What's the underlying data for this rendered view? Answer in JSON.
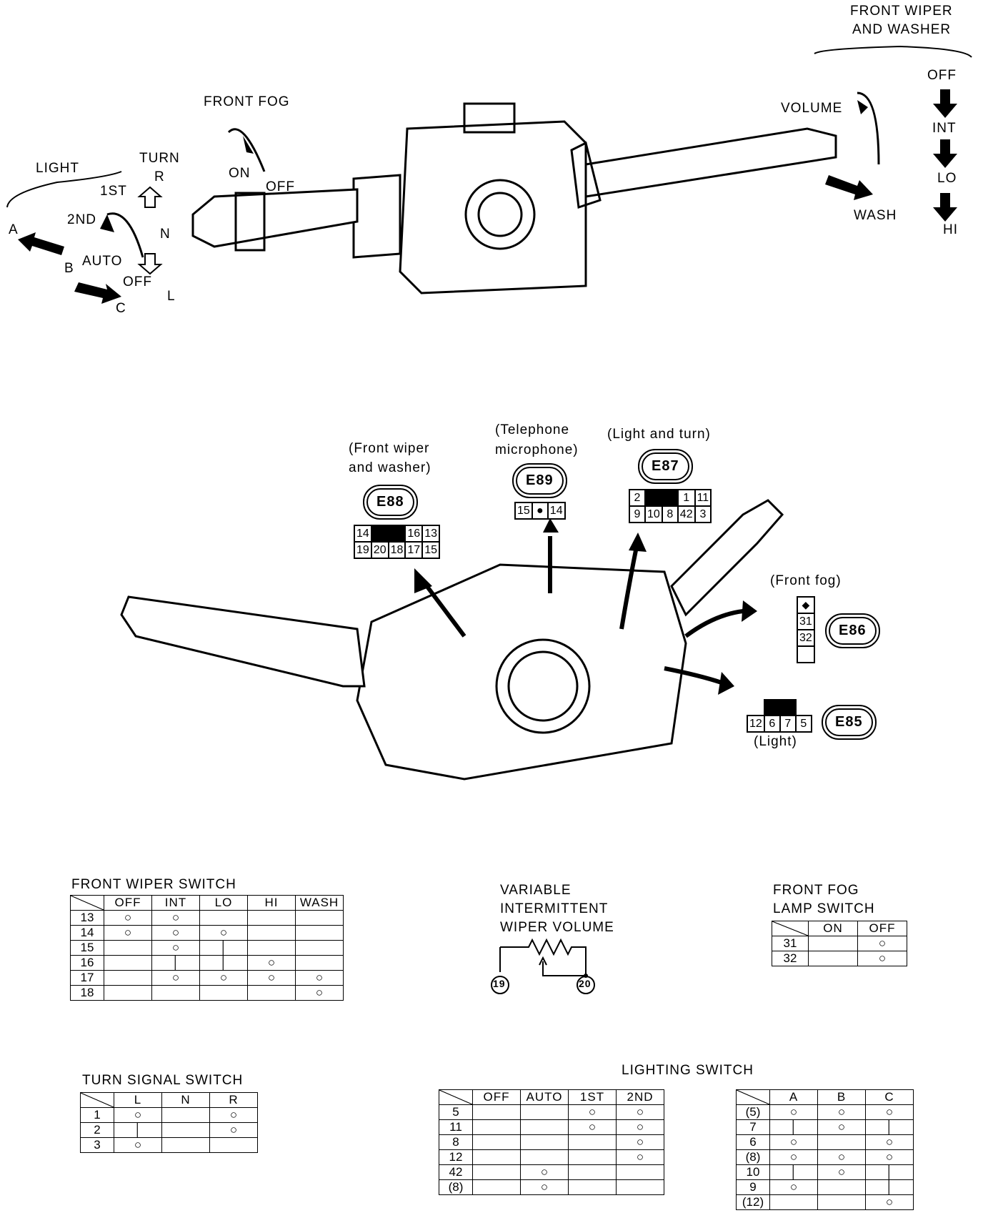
{
  "top_labels": {
    "front_wiper_washer": [
      "FRONT WIPER",
      "AND WASHER"
    ],
    "off": "OFF",
    "int": "INT",
    "lo": "LO",
    "hi": "HI",
    "volume": "VOLUME",
    "wash": "WASH",
    "front_fog": "FRONT FOG",
    "fog_on": "ON",
    "fog_off": "OFF",
    "light": "LIGHT",
    "first": "1ST",
    "second": "2ND",
    "auto": "AUTO",
    "light_off": "OFF",
    "a": "A",
    "b": "B",
    "c": "C",
    "turn": "TURN",
    "r": "R",
    "n": "N",
    "l": "L"
  },
  "connectors": {
    "e88": {
      "caption": [
        "(Front wiper",
        "and washer)"
      ],
      "id": "E88",
      "row1": [
        "14",
        "",
        "16",
        "13"
      ],
      "row2": [
        "19",
        "20",
        "18",
        "17",
        "15"
      ]
    },
    "e89": {
      "caption": [
        "(Telephone",
        "microphone)"
      ],
      "id": "E89",
      "row1": [
        "15",
        "●",
        "14"
      ]
    },
    "e87": {
      "caption": [
        "(Light and turn)"
      ],
      "id": "E87",
      "row1": [
        "2",
        "",
        "1",
        "11"
      ],
      "row2": [
        "9",
        "10",
        "8",
        "42",
        "3"
      ]
    },
    "e86": {
      "caption": [
        "(Front fog)"
      ],
      "id": "E86",
      "pins": [
        "31",
        "32"
      ]
    },
    "e85": {
      "caption": [
        "(Light)"
      ],
      "id": "E85",
      "row1": [
        "12",
        "6",
        "7",
        "5"
      ]
    }
  },
  "front_wiper_switch": {
    "title": "FRONT WIPER SWITCH",
    "columns": [
      "OFF",
      "INT",
      "LO",
      "HI",
      "WASH"
    ],
    "rows": [
      "13",
      "14",
      "15",
      "16",
      "17",
      "18"
    ]
  },
  "variable_wiper": {
    "title": [
      "VARIABLE",
      "INTERMITTENT",
      "WIPER VOLUME"
    ],
    "terminals": [
      "19",
      "20"
    ]
  },
  "fog_switch": {
    "title": [
      "FRONT FOG",
      "LAMP SWITCH"
    ],
    "columns": [
      "ON",
      "OFF"
    ],
    "rows": [
      "31",
      "32"
    ]
  },
  "turn_switch": {
    "title": "TURN SIGNAL SWITCH",
    "columns": [
      "L",
      "N",
      "R"
    ],
    "rows": [
      "1",
      "2",
      "3"
    ]
  },
  "lighting_switch": {
    "title": "LIGHTING SWITCH",
    "table1": {
      "columns": [
        "OFF",
        "AUTO",
        "1ST",
        "2ND"
      ],
      "rows": [
        "5",
        "11",
        "8",
        "12",
        "42",
        "(8)"
      ]
    },
    "table2": {
      "columns": [
        "A",
        "B",
        "C"
      ],
      "rows": [
        "(5)",
        "7",
        "6",
        "(8)",
        "10",
        "9",
        "(12)"
      ]
    }
  }
}
